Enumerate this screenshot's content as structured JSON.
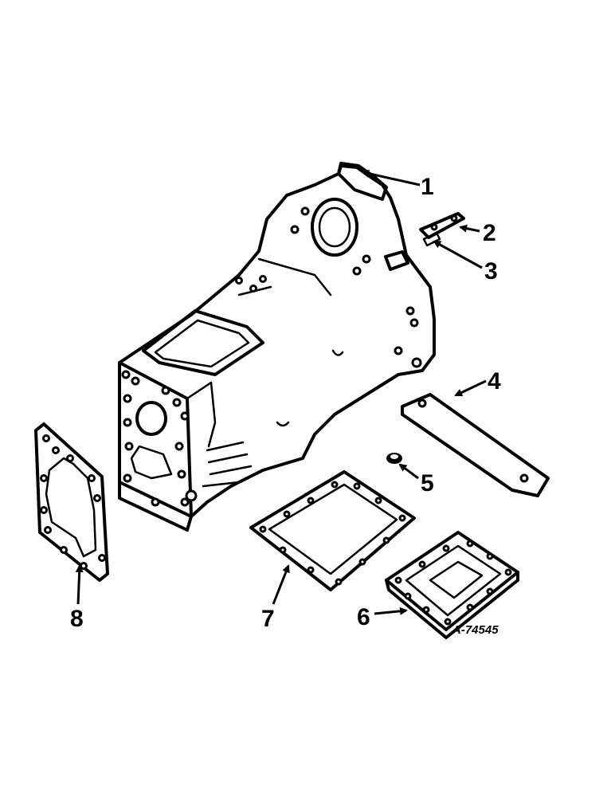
{
  "diagram": {
    "reference_code": "A-74545",
    "callouts": [
      {
        "id": "1",
        "label": "1"
      },
      {
        "id": "2",
        "label": "2"
      },
      {
        "id": "3",
        "label": "3"
      },
      {
        "id": "4",
        "label": "4"
      },
      {
        "id": "5",
        "label": "5"
      },
      {
        "id": "6",
        "label": "6"
      },
      {
        "id": "7",
        "label": "7"
      },
      {
        "id": "8",
        "label": "8"
      }
    ],
    "ink_color": "#000000",
    "background_color": "#ffffff"
  }
}
